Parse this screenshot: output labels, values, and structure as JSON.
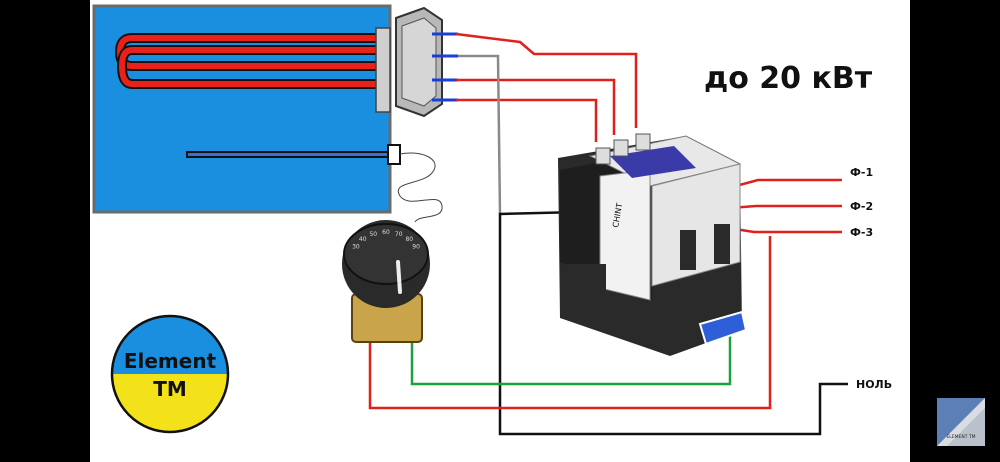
{
  "title": "до 20 кВт",
  "logo": {
    "line1": "Element",
    "line2": "TM"
  },
  "phases": [
    "Ф-1",
    "Ф-2",
    "Ф-3"
  ],
  "neutral": "НОЛЬ",
  "thermostat": {
    "scale": [
      "30",
      "40",
      "50",
      "60",
      "70",
      "80",
      "90"
    ]
  },
  "contactor": {
    "brand": "CHINT"
  },
  "watermark": "ELEMENT TM",
  "colors": {
    "tank": "#1a8fe0",
    "heater": "#e8221b",
    "wire_red": "#e0201d",
    "wire_green": "#1aa33c",
    "wire_black": "#111111",
    "wire_gray": "#8a8a8a",
    "logo_top": "#1a8fe0",
    "logo_bottom": "#f3e21a"
  }
}
